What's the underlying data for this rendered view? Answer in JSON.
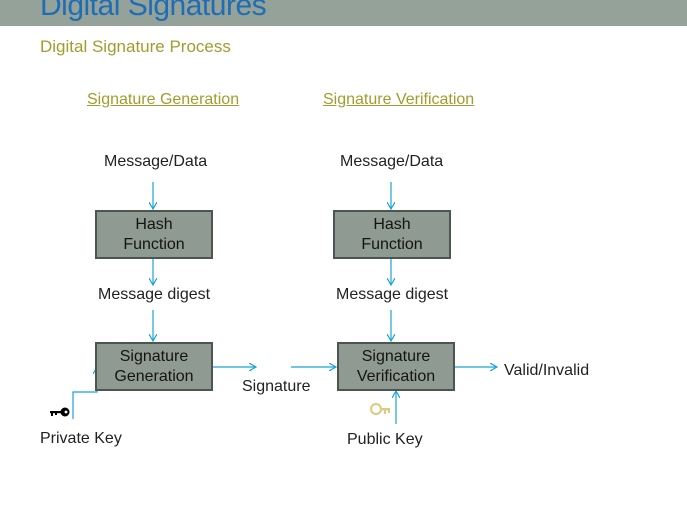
{
  "slide": {
    "title": "Digital Signatures",
    "subtitle": "Digital Signature Process"
  },
  "generation": {
    "heading": "Signature Generation",
    "message": "Message/Data",
    "hash_line1": "Hash",
    "hash_line2": "Function",
    "digest": "Message digest",
    "sig_line1": "Signature",
    "sig_line2": "Generation",
    "key": "Private Key"
  },
  "signature_label": "Signature",
  "verification": {
    "heading": "Signature Verification",
    "message": "Message/Data",
    "hash_line1": "Hash",
    "hash_line2": "Function",
    "digest": "Message digest",
    "ver_line1": "Signature",
    "ver_line2": "Verification",
    "key": "Public Key",
    "result": "Valid/Invalid"
  },
  "colors": {
    "title_bar": "#95a29a",
    "title_text": "#1f6db5",
    "accent_text": "#a09d2e",
    "box_fill": "#8e9a92",
    "arrow": "#1aa3d6",
    "private_key": "#000000",
    "public_key": "#e6dc9a"
  },
  "icons": {
    "private_key": "key-icon",
    "public_key": "key-icon"
  }
}
